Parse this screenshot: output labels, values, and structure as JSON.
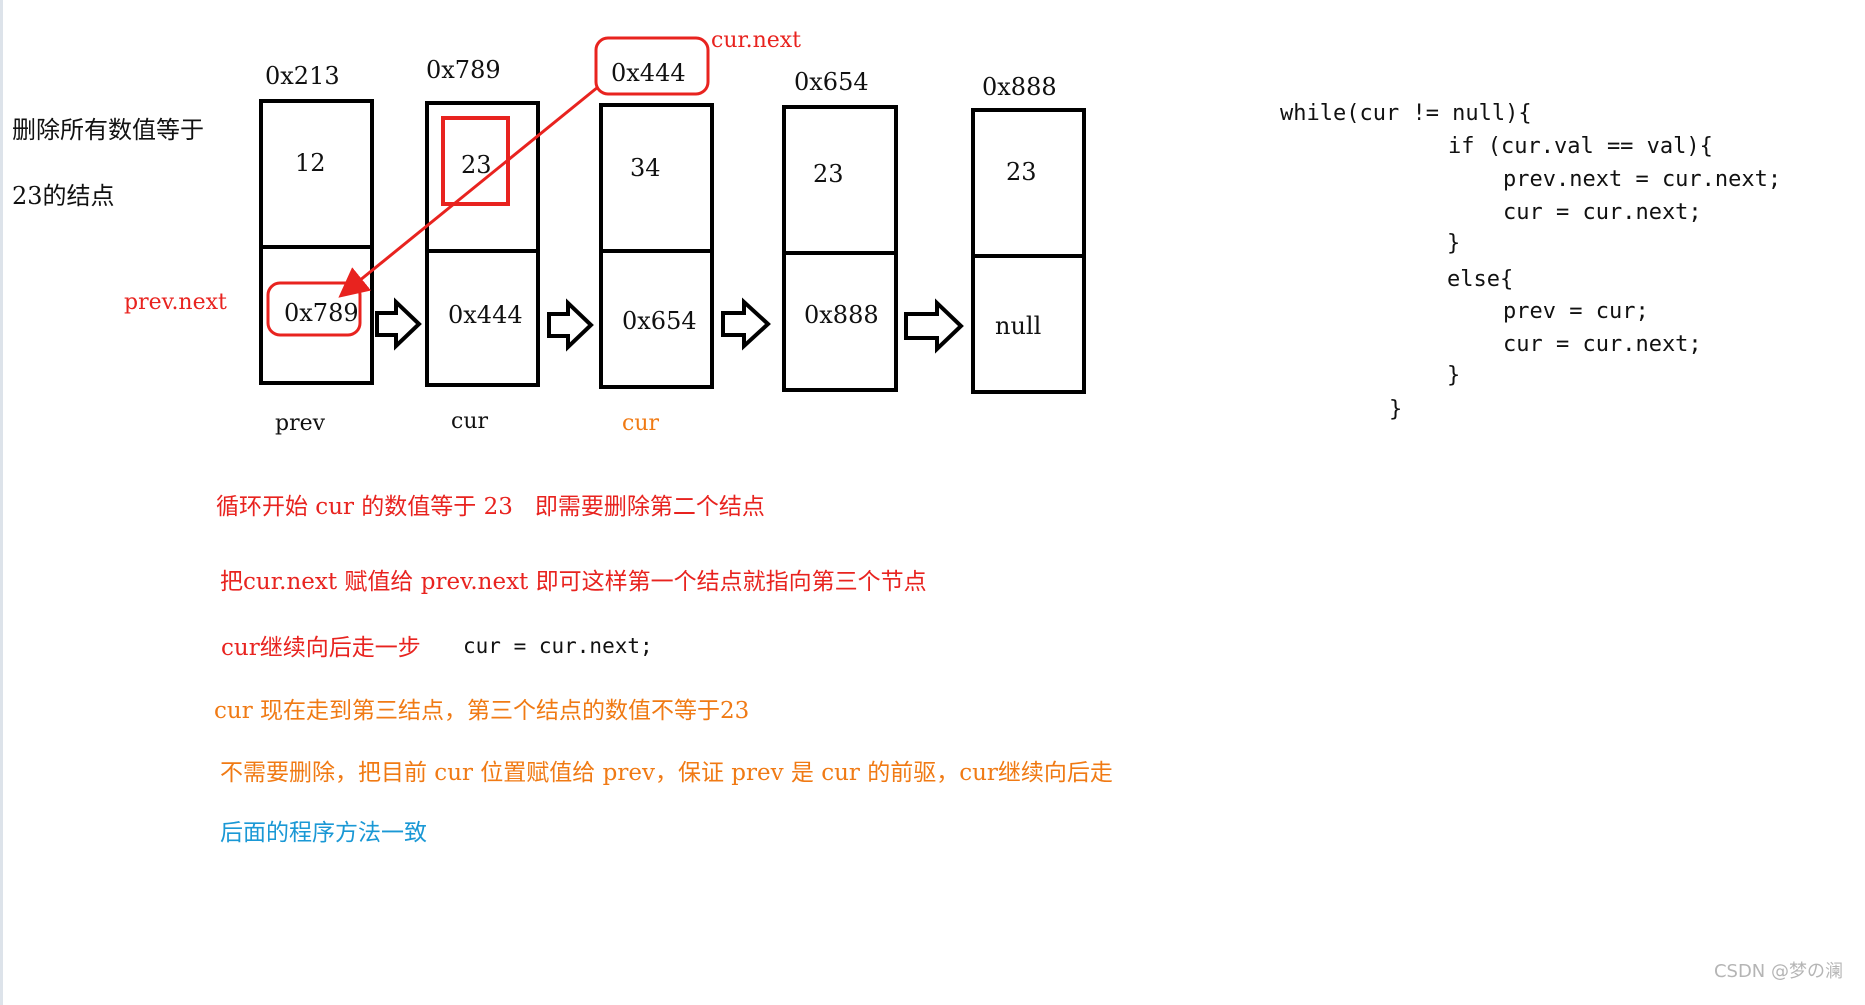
{
  "problem": {
    "line1": "删除所有数值等于",
    "line2": "23的结点"
  },
  "nodes": [
    {
      "address": "0x213",
      "val": "12",
      "next": "0x789"
    },
    {
      "address": "0x789",
      "val": "23",
      "next": "0x444"
    },
    {
      "address": "0x444",
      "val": "34",
      "next": "0x654"
    },
    {
      "address": "0x654",
      "val": "23",
      "next": "0x888"
    },
    {
      "address": "0x888",
      "val": "23",
      "next": "null"
    }
  ],
  "pointer_labels": {
    "prev": "prev",
    "cur": "cur",
    "cur_next_step": "cur",
    "cur_next": "cur.next",
    "prev_next": "prev.next"
  },
  "code": [
    "while(cur != null){",
    "if (cur.val == val){",
    "prev.next = cur.next;",
    "cur = cur.next;",
    "}",
    "else{",
    "prev = cur;",
    "cur = cur.next;",
    "}",
    "}"
  ],
  "notes": [
    {
      "text": "循环开始 cur 的数值等于 23   即需要删除第二个结点",
      "color": "#e8231f"
    },
    {
      "text": "把cur.next 赋值给 prev.next 即可这样第一个结点就指向第三个节点",
      "color": "#e8231f"
    },
    {
      "text": "cur继续向后走一步",
      "color": "#e8231f"
    },
    {
      "text": "cur 现在走到第三结点，第三个结点的数值不等于23",
      "color": "#f07a14"
    },
    {
      "text": "不需要删除，把目前 cur 位置赋值给 prev，保证 prev 是 cur 的前驱，cur继续向后走",
      "color": "#f07a14"
    },
    {
      "text": "后面的程序方法一致",
      "color": "#1a98d5"
    }
  ],
  "inline_code": "cur = cur.next;",
  "colors": {
    "highlight": "#e8231f",
    "orange": "#f07a14",
    "blue": "#1a98d5",
    "text": "#111111"
  },
  "watermark": "CSDN @梦の澜"
}
